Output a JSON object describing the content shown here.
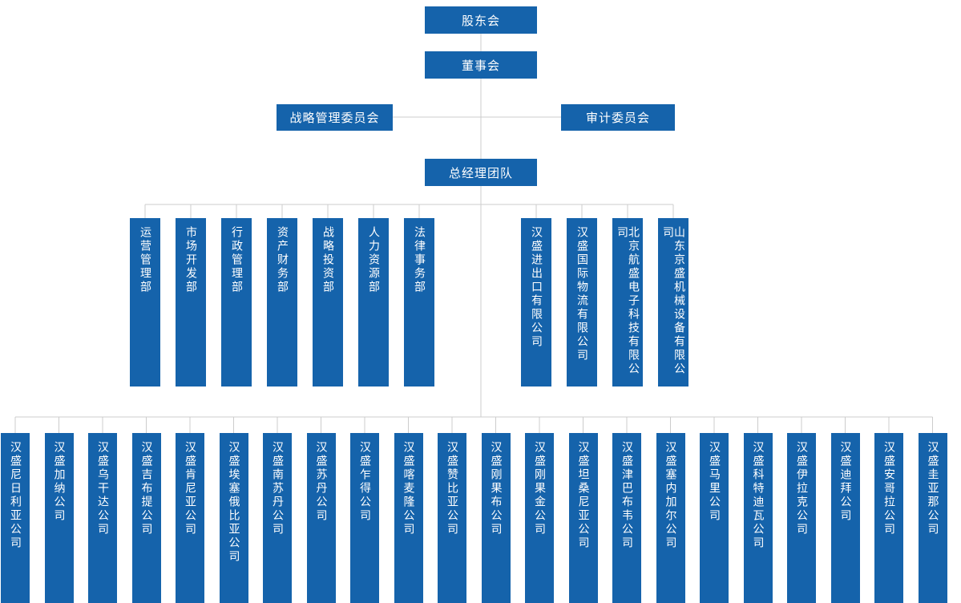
{
  "chart": {
    "title": "company-organization-chart",
    "top_nodes": {
      "shareholders": "股东会",
      "board": "董事会",
      "strategy_committee": "战略管理委员会",
      "audit_committee": "审计委员会",
      "gm_team": "总经理团队"
    },
    "departments": [
      "运营管理部",
      "市场开发部",
      "行政管理部",
      "资产财务部",
      "战略投资部",
      "人力资源部",
      "法律事务部"
    ],
    "subsidiaries": [
      "汉盛进出口有限公司",
      "汉盛国际物流有限公司",
      "北京航盛电子科技有限公司",
      "山东京盛机械设备有限公司"
    ],
    "overseas_companies": [
      "汉盛尼日利亚公司",
      "汉盛加纳公司",
      "汉盛乌干达公司",
      "汉盛吉布提公司",
      "汉盛肯尼亚公司",
      "汉盛埃塞俄比亚公司",
      "汉盛南苏丹公司",
      "汉盛苏丹公司",
      "汉盛乍得公司",
      "汉盛喀麦隆公司",
      "汉盛赞比亚公司",
      "汉盛刚果布公司",
      "汉盛刚果金公司",
      "汉盛坦桑尼亚公司",
      "汉盛津巴布韦公司",
      "汉盛塞内加尔公司",
      "汉盛马里公司",
      "汉盛科特迪瓦公司",
      "汉盛伊拉克公司",
      "汉盛迪拜公司",
      "汉盛安哥拉公司",
      "汉盛圭亚那公司"
    ],
    "colors": {
      "box": "#1563AB",
      "text": "#ffffff",
      "line": "#cccccc"
    }
  }
}
